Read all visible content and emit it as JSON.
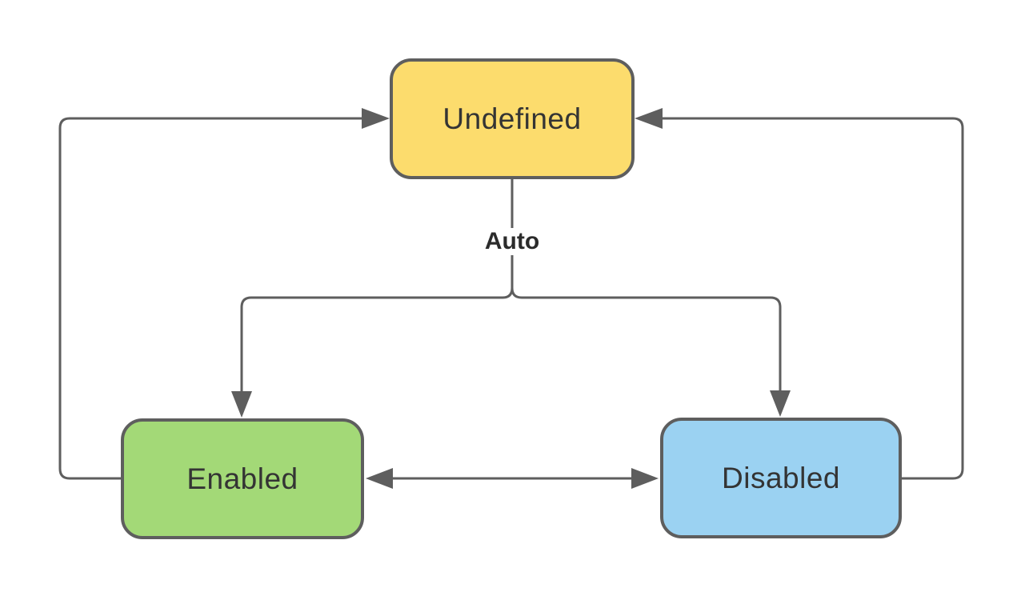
{
  "diagram": {
    "type": "state-diagram",
    "background_color": "#ffffff",
    "connector_color": "#5e5e5e",
    "node_label_color": "#343434",
    "edge_label_color": "#2b2b2b",
    "nodes": [
      {
        "id": "undefined",
        "label": "Undefined",
        "fill": "#FCDC6D"
      },
      {
        "id": "enabled",
        "label": "Enabled",
        "fill": "#A3D977"
      },
      {
        "id": "disabled",
        "label": "Disabled",
        "fill": "#9BD2F2"
      }
    ],
    "edges": [
      {
        "id": "auto-branch",
        "from": "Undefined",
        "to": "Enabled / Disabled",
        "label": "Auto",
        "arrow": "forked, arrows into tops of Enabled and Disabled"
      },
      {
        "id": "enabled-to-undefined",
        "from": "Enabled",
        "to": "Undefined",
        "label": "",
        "arrow": "left loop, arrow into left side of Undefined"
      },
      {
        "id": "disabled-to-undefined",
        "from": "Disabled",
        "to": "Undefined",
        "label": "",
        "arrow": "right loop, arrow into right side of Undefined"
      },
      {
        "id": "enabled-disabled",
        "from": "Enabled",
        "to": "Disabled",
        "label": "",
        "bidirectional": true,
        "arrow": "double-headed horizontal"
      }
    ]
  }
}
